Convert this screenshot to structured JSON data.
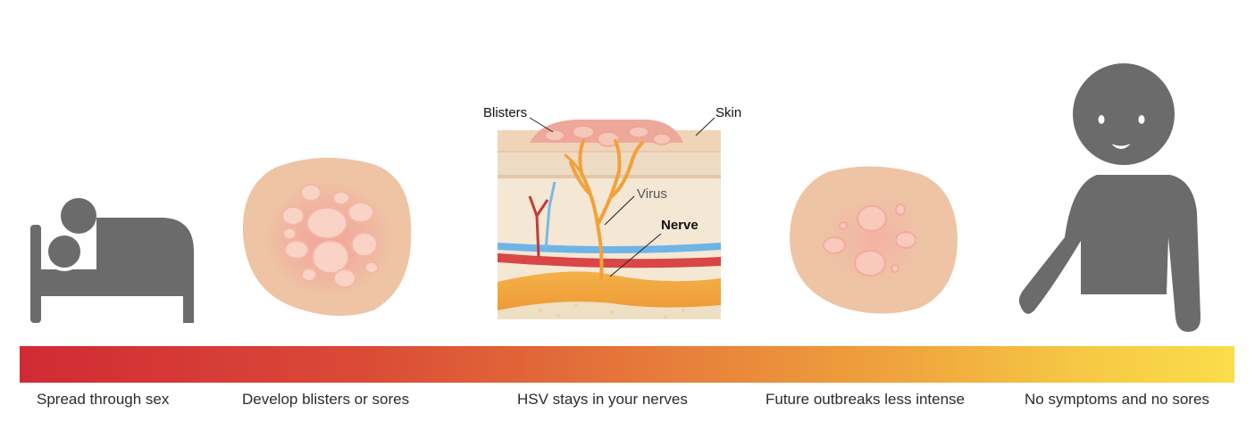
{
  "steps": [
    {
      "label": "Spread through sex",
      "icon": "bed-couple-icon"
    },
    {
      "label": "Develop blisters or sores",
      "icon": "skin-sores-icon"
    },
    {
      "label": "HSV stays in your nerves",
      "icon": "skin-cross-section-icon"
    },
    {
      "label": "Future outbreaks less intense",
      "icon": "mild-sores-icon"
    },
    {
      "label": "No symptoms and no sores",
      "icon": "happy-person-icon"
    }
  ],
  "cross_section": {
    "blisters_label": "Blisters",
    "skin_label": "Skin",
    "virus_label": "Virus",
    "nerve_label": "Nerve"
  },
  "colors": {
    "gradient_start": "#d12a35",
    "gradient_end": "#fbdd4a",
    "icon_gray": "#6b6b6b",
    "skin": "#eec4a5",
    "sore": "#f0a09a",
    "nerve": "#f09a3a"
  }
}
